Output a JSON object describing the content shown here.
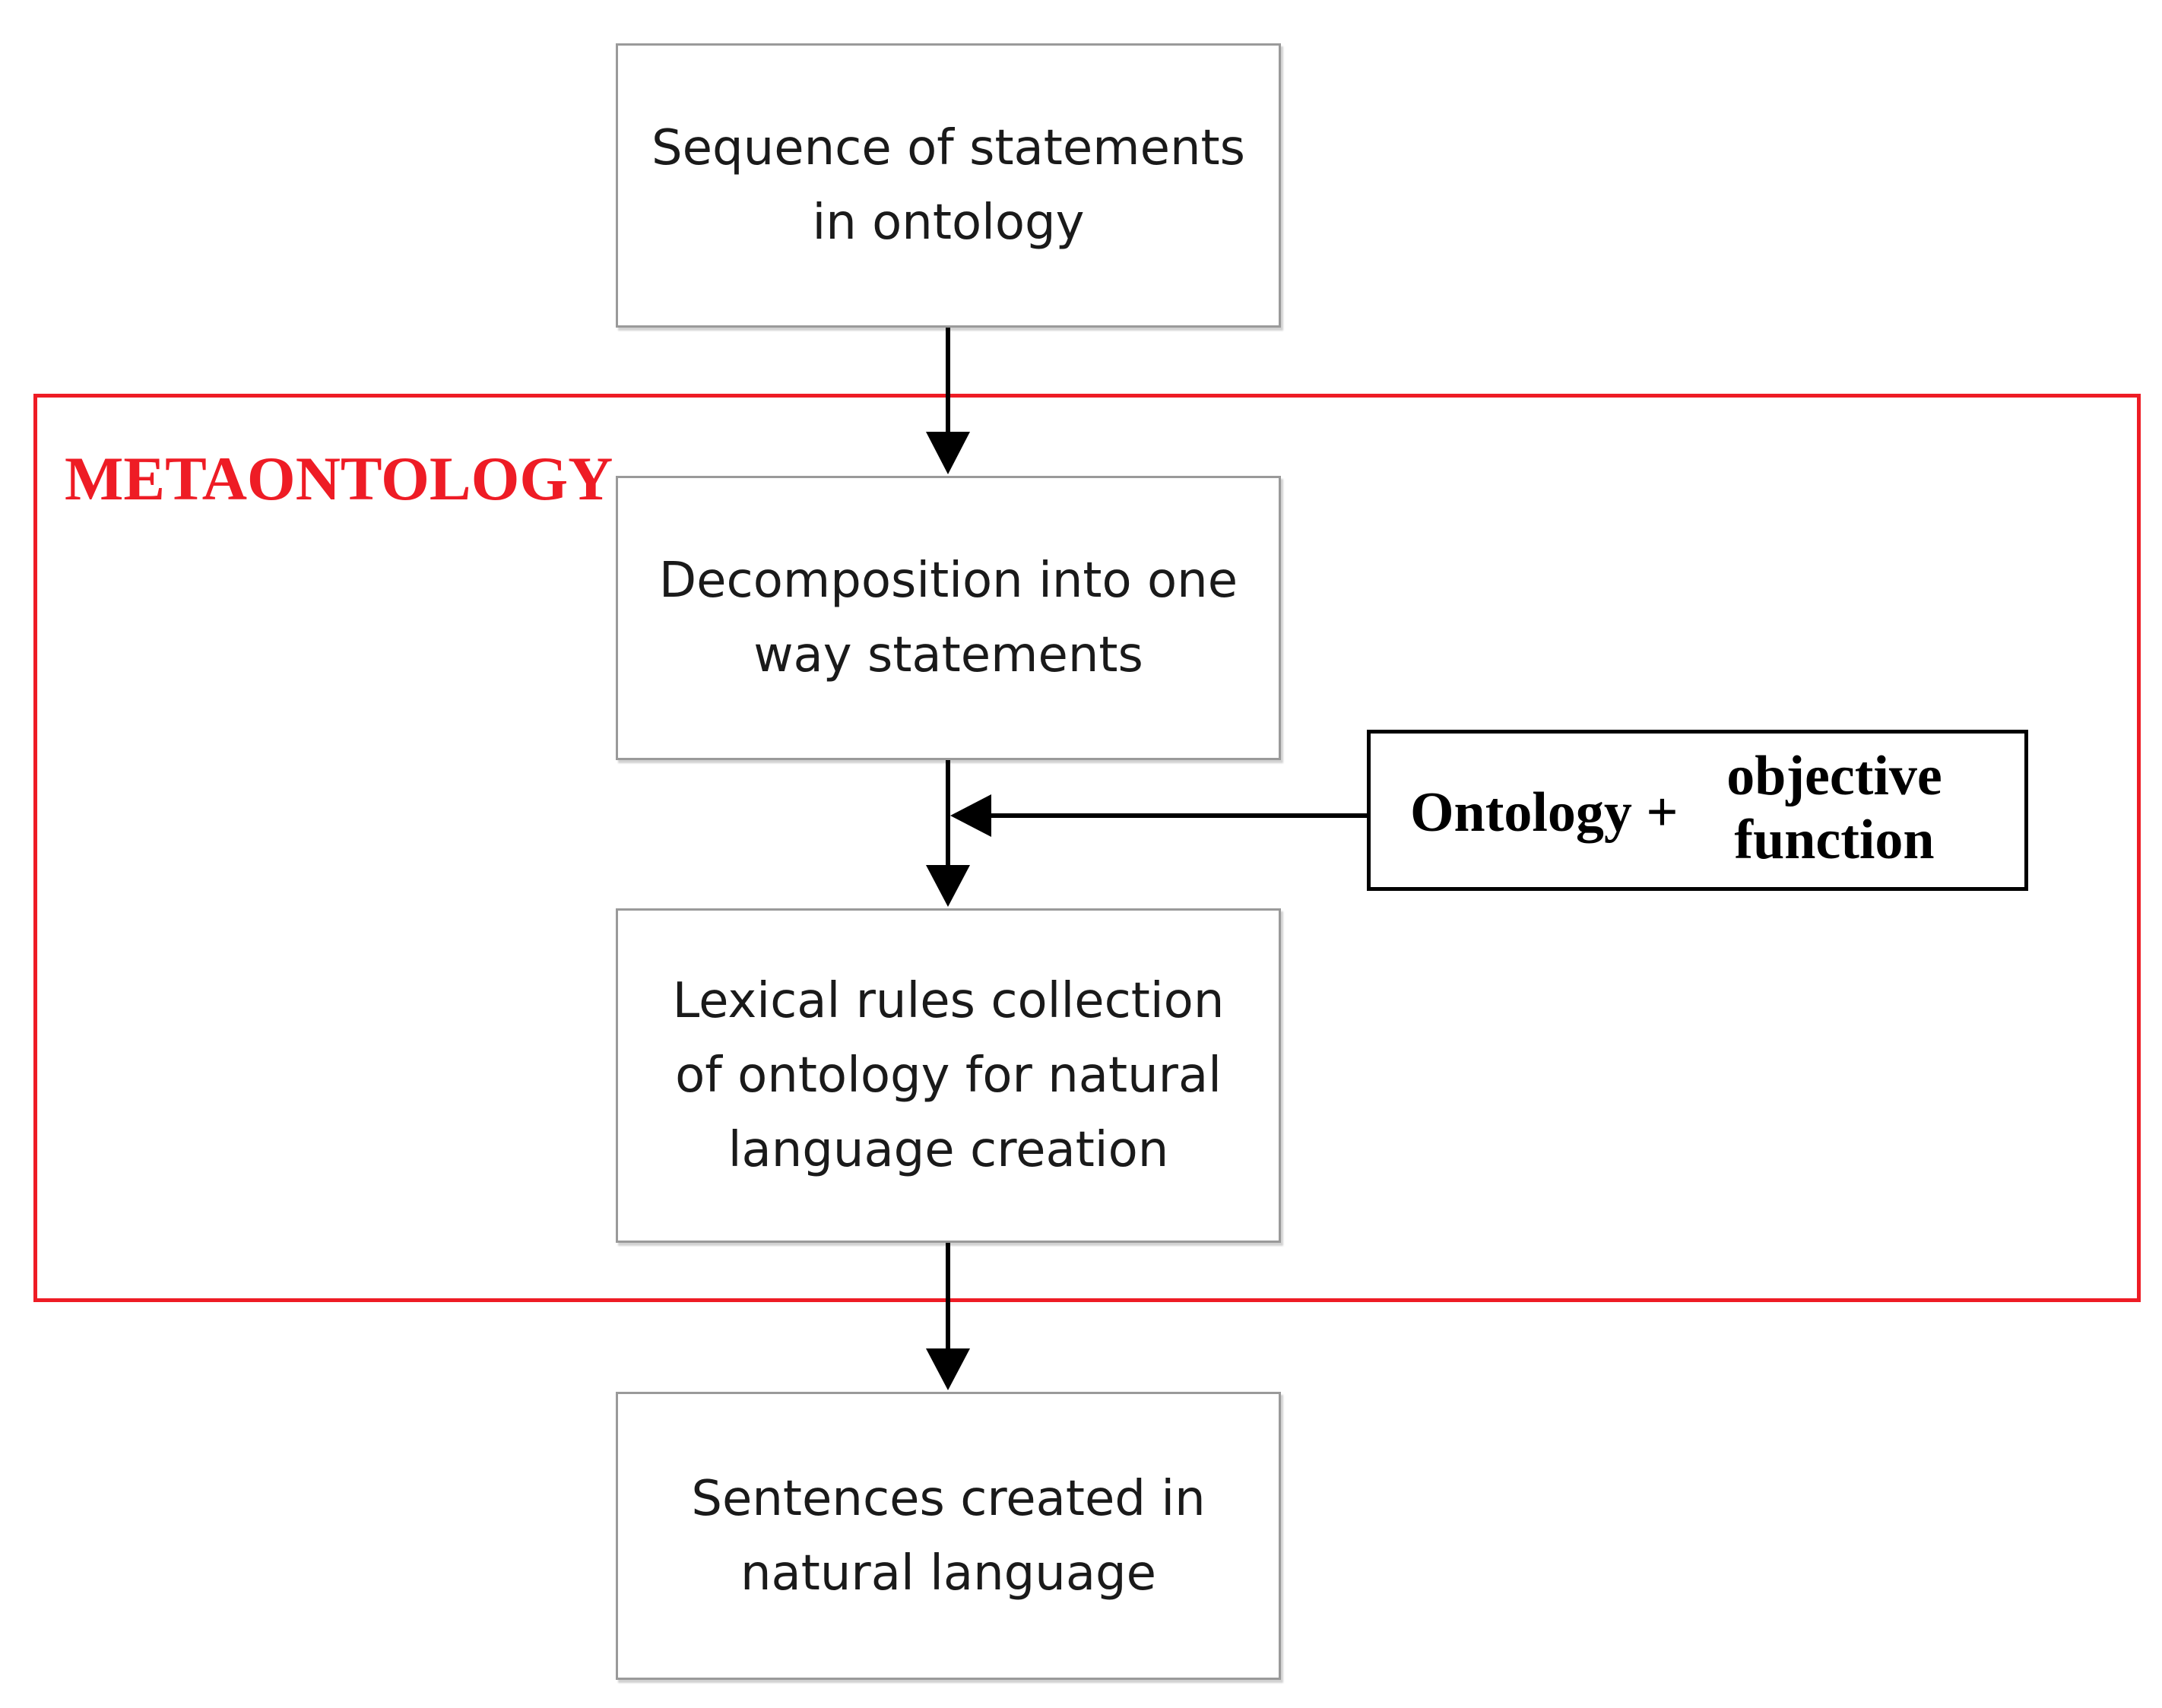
{
  "steps": [
    {
      "lines": [
        "Sequence of statements",
        "in ontology"
      ]
    },
    {
      "lines": [
        "Decomposition into one",
        "way statements"
      ]
    },
    {
      "lines": [
        "Lexical rules collection",
        "of ontology for natural",
        "language creation"
      ]
    },
    {
      "lines": [
        "Sentences created in",
        "natural language"
      ]
    }
  ],
  "metaontology": {
    "label": "METAONTOLOGY",
    "color": "#ee1c25"
  },
  "input": {
    "main": "Ontology +",
    "upper": "objective",
    "lower": "function"
  }
}
